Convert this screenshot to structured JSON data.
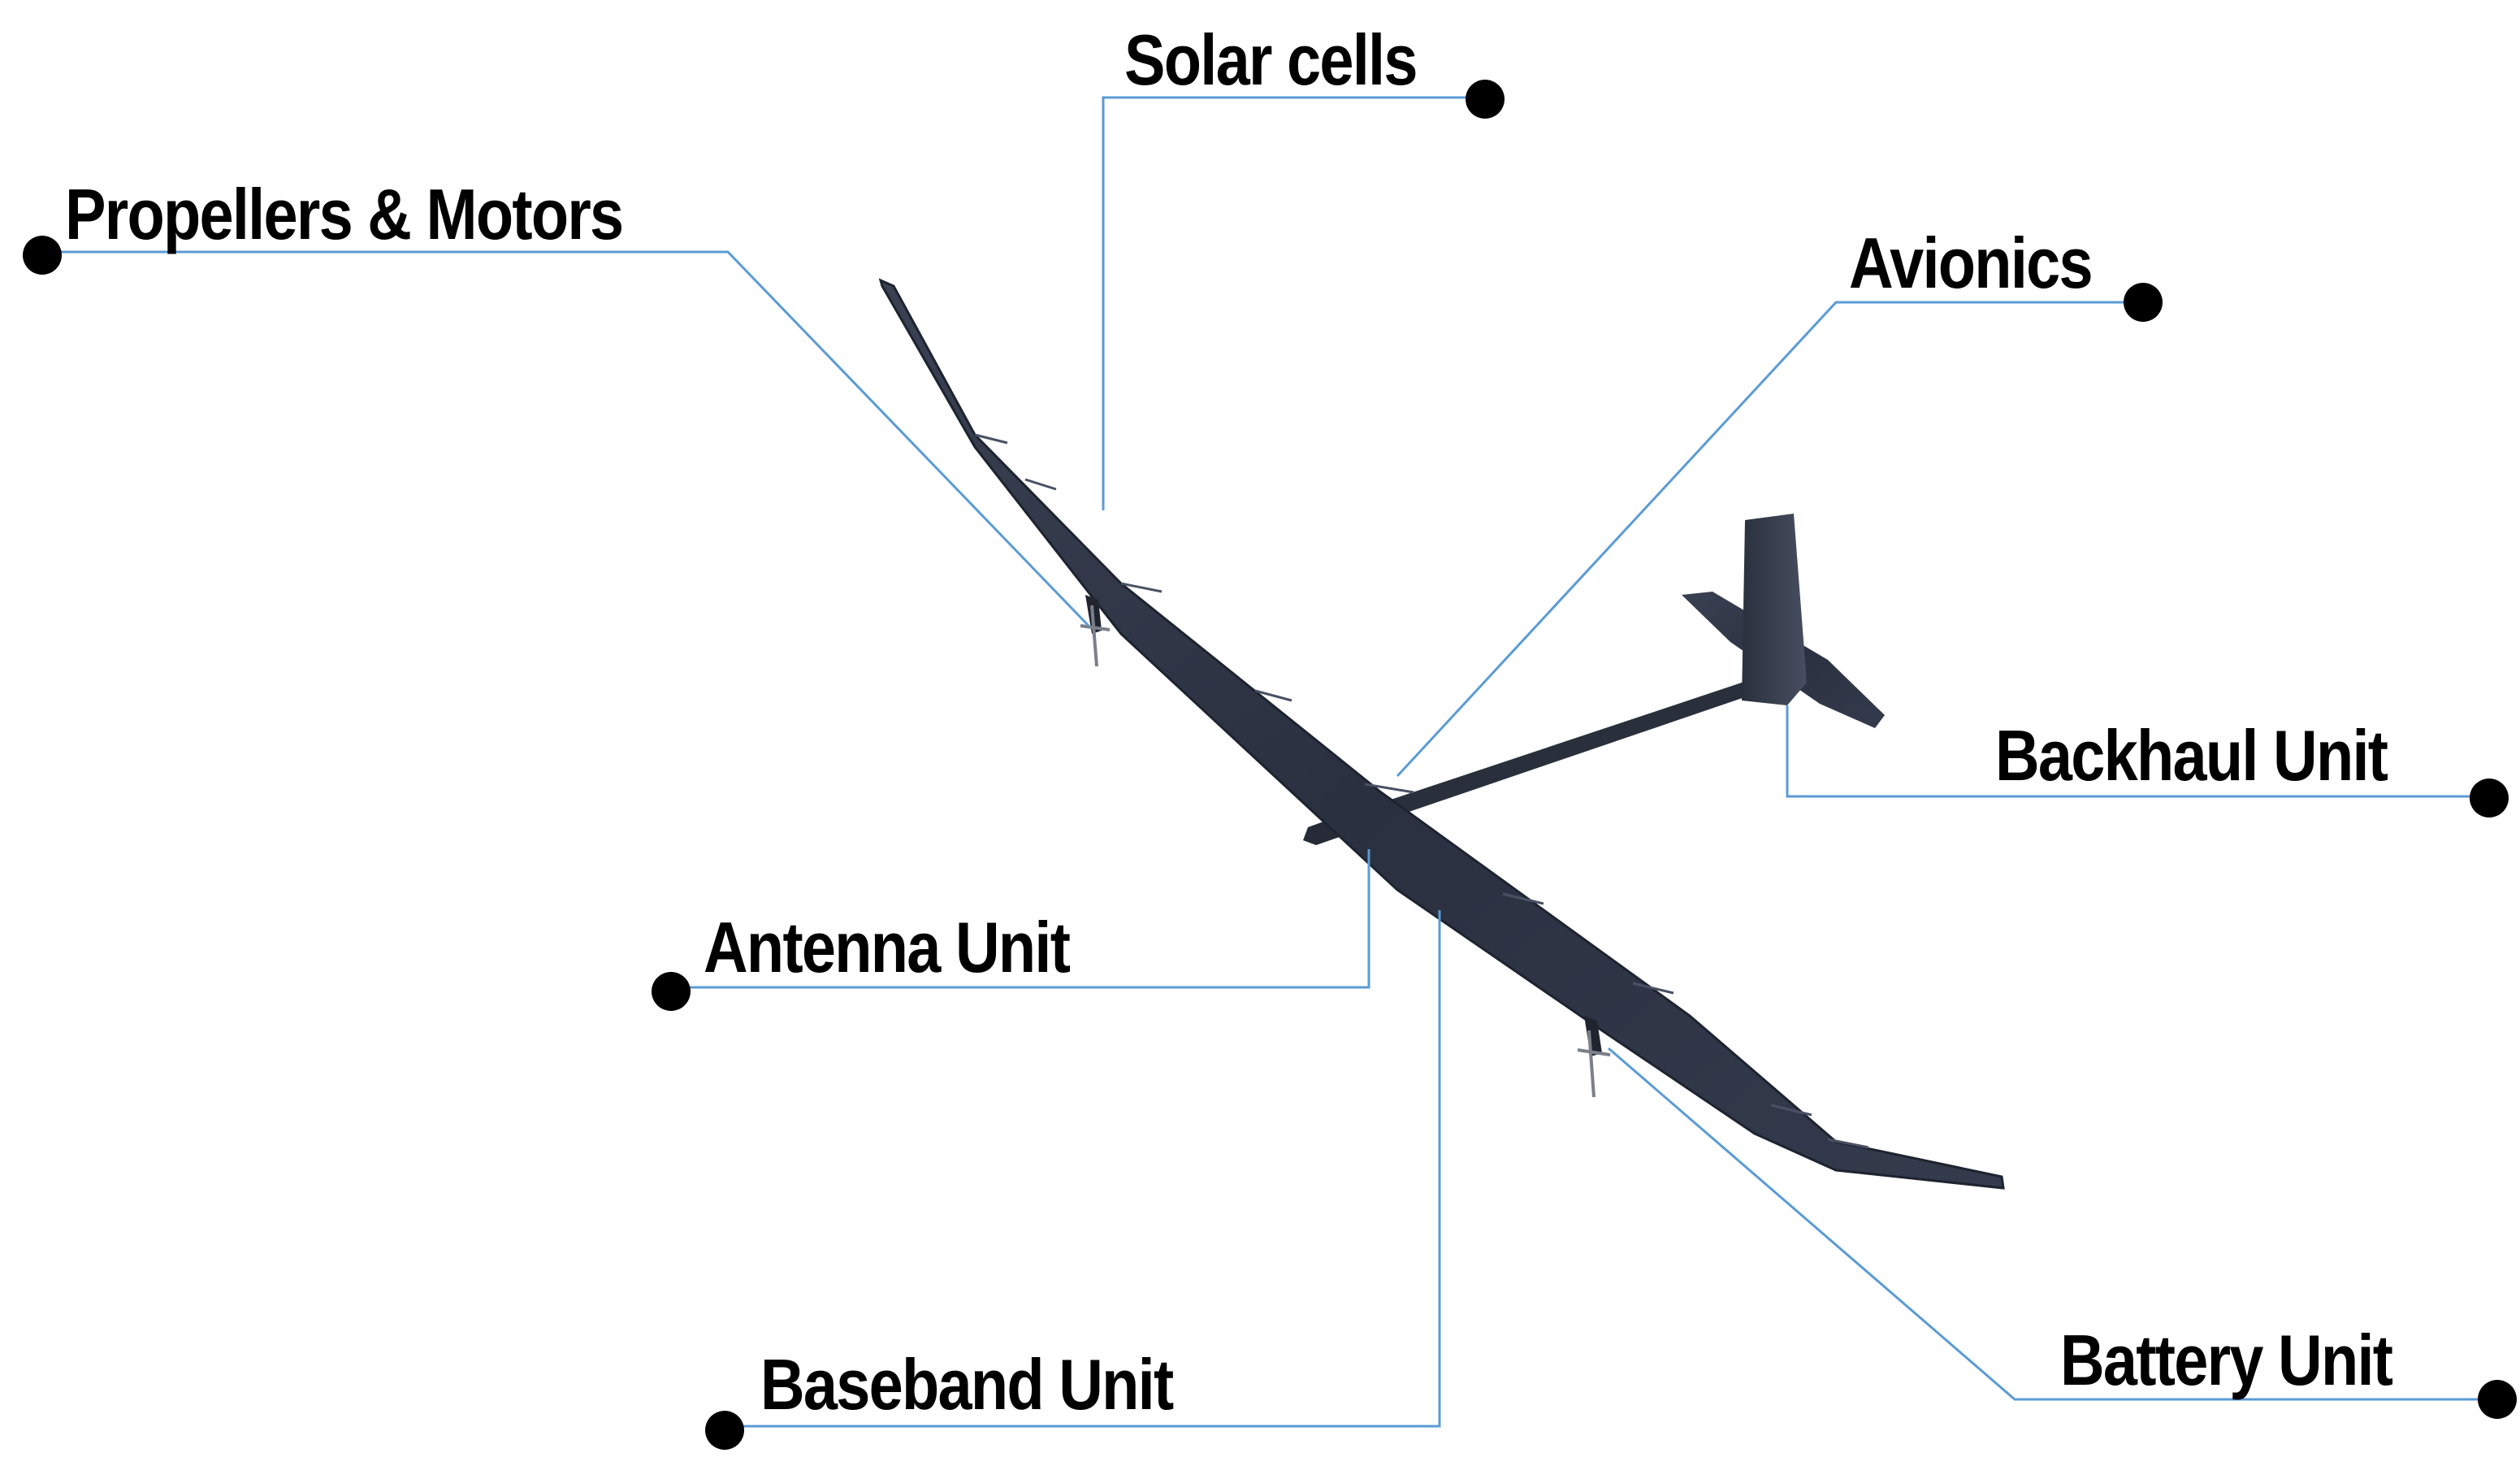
{
  "labels": {
    "solar_cells": "Solar cells",
    "propellers_motors": "Propellers & Motors",
    "avionics": "Avionics",
    "backhaul_unit": "Backhaul Unit",
    "antenna_unit": "Antenna Unit",
    "baseband_unit": "Baseband Unit",
    "battery_unit": "Battery Unit"
  },
  "colors": {
    "leader_line": "#5b9bd5",
    "dot": "#000000",
    "label_text": "#000000",
    "airframe": "#2f3545",
    "airframe_dark": "#1e2330",
    "airframe_edge": "#4a5164"
  }
}
